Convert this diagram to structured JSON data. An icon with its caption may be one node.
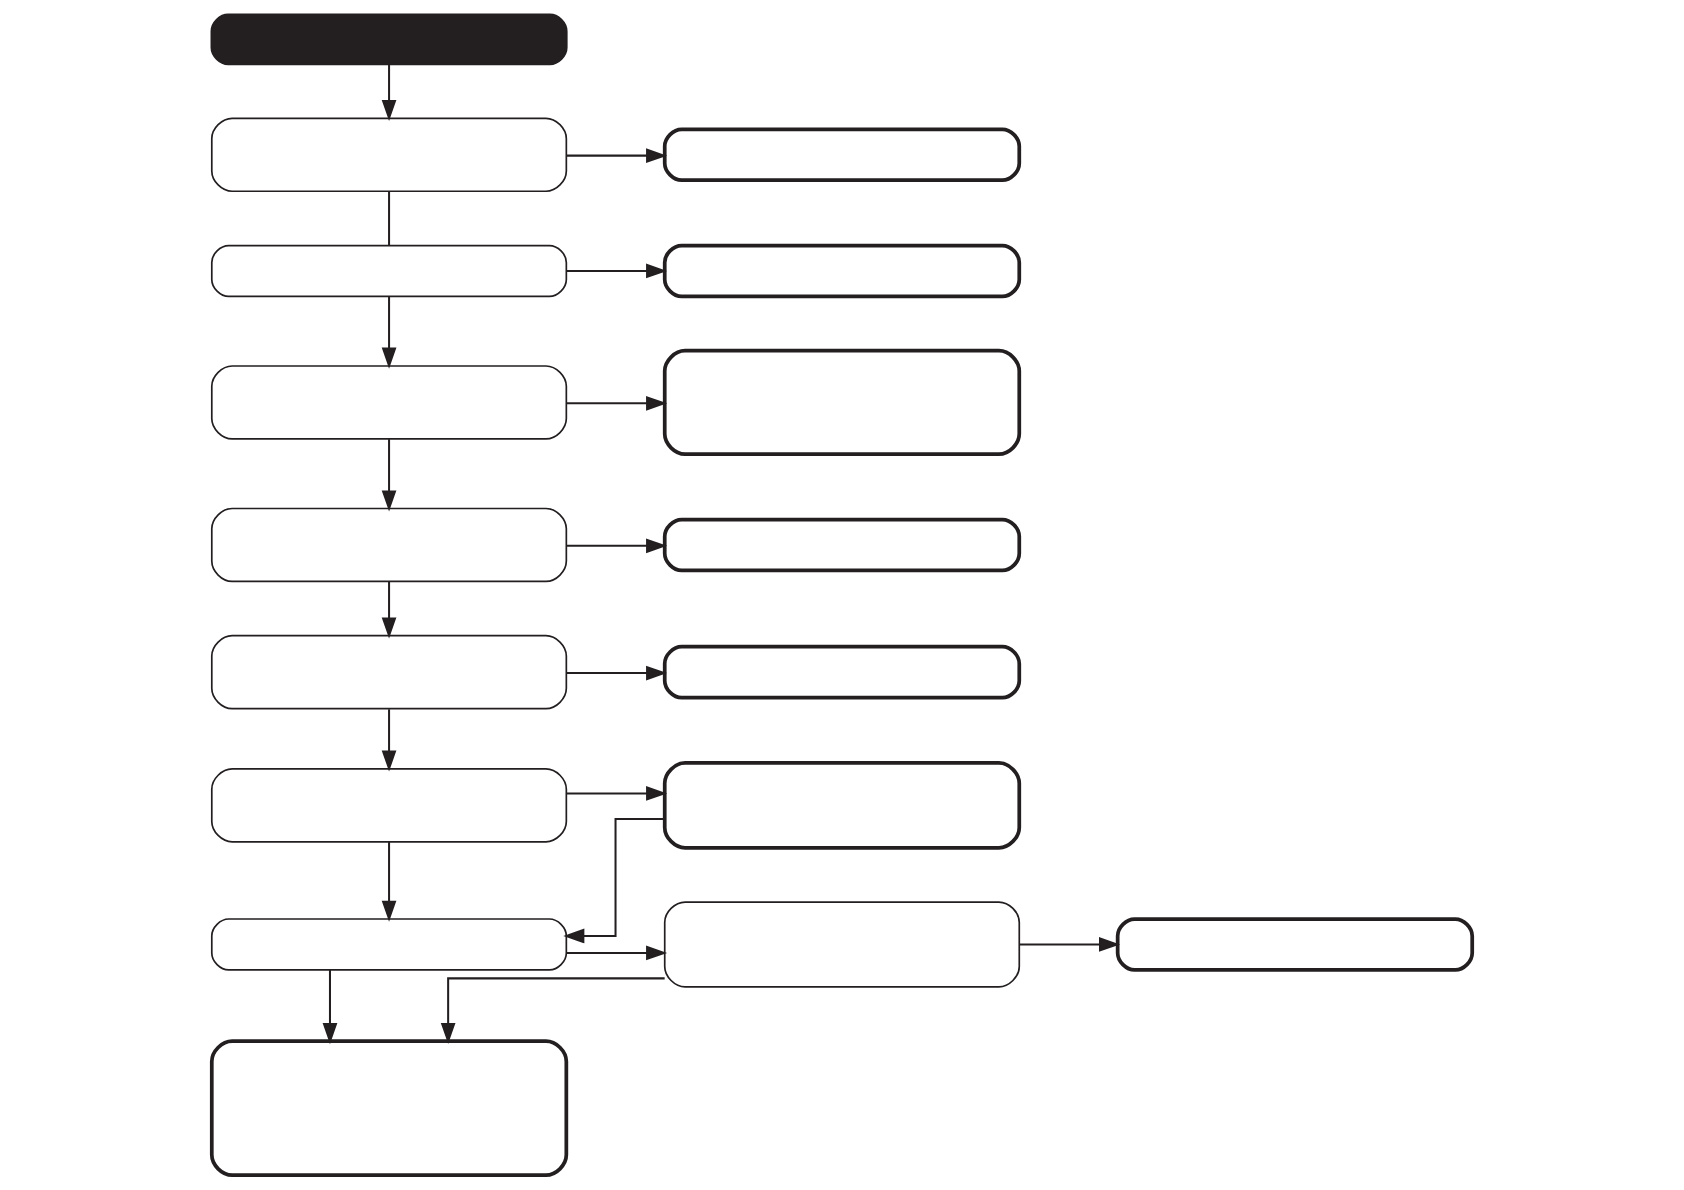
{
  "diagram": {
    "nodes": [
      {
        "text": [],
        "shape": "box"
      },
      {
        "text": [],
        "shape": "box"
      },
      {
        "text": [],
        "shape": "box"
      },
      {
        "text": [],
        "shape": "box"
      },
      {
        "text": [],
        "shape": "box"
      },
      {
        "text": [],
        "shape": "box"
      },
      {
        "text": [],
        "shape": "box"
      },
      {
        "text": [],
        "shape": "box"
      },
      {
        "text": [],
        "shape": "box"
      },
      {
        "text": [],
        "shape": "box"
      },
      {
        "text": [],
        "shape": "box"
      },
      {
        "text": [],
        "shape": "box"
      },
      {
        "text": [],
        "shape": "box"
      },
      {
        "text": [],
        "shape": "box"
      },
      {
        "text": [],
        "shape": "box"
      },
      {
        "text": [],
        "shape": "box"
      },
      {
        "text": [],
        "shape": "box"
      }
    ],
    "edges": [
      {
        "from": 0,
        "to": 1,
        "arrow": "to"
      },
      {
        "from": 1,
        "to": 2,
        "arrow": "to"
      },
      {
        "from": 1,
        "to": 3,
        "arrow": "none"
      },
      {
        "from": 3,
        "to": 4,
        "arrow": "to"
      },
      {
        "from": 3,
        "to": 5,
        "arrow": "to"
      },
      {
        "from": 5,
        "to": 6,
        "arrow": "to"
      },
      {
        "from": 5,
        "to": 7,
        "arrow": "to"
      },
      {
        "from": 7,
        "to": 8,
        "arrow": "to"
      },
      {
        "from": 7,
        "to": 9,
        "arrow": "to"
      },
      {
        "from": 9,
        "to": 10,
        "arrow": "to"
      },
      {
        "from": 9,
        "to": 11,
        "arrow": "to"
      },
      {
        "from": 11,
        "to": 12,
        "arrow": "to"
      },
      {
        "from": 11,
        "to": 13,
        "arrow": "to"
      },
      {
        "from": 12,
        "to": 13,
        "arrow": "to"
      },
      {
        "from": 13,
        "to": 14,
        "arrow": "to"
      },
      {
        "from": 13,
        "to": 16,
        "arrow": "to"
      },
      {
        "from": 14,
        "to": 15,
        "arrow": "to"
      },
      {
        "from": 14,
        "to": 16,
        "arrow": "to"
      }
    ]
  }
}
